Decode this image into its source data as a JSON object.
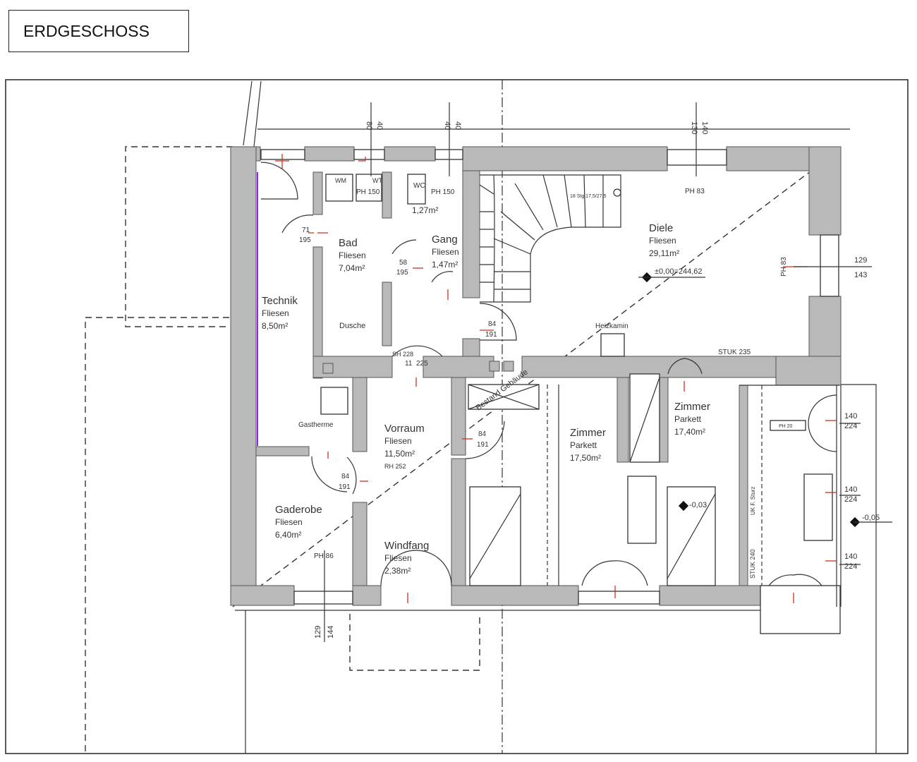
{
  "title": "ERDGESCHOSS",
  "rooms": [
    {
      "id": "technik",
      "name": "Technik",
      "floor": "Fliesen",
      "area": "8,50m²"
    },
    {
      "id": "bad",
      "name": "Bad",
      "floor": "Fliesen",
      "area": "7,04m²"
    },
    {
      "id": "wc",
      "name": "WC",
      "floor": "",
      "area": "1,27m²"
    },
    {
      "id": "gang",
      "name": "Gang",
      "floor": "Fliesen",
      "area": "1,47m²"
    },
    {
      "id": "diele",
      "name": "Diele",
      "floor": "Fliesen",
      "area": "29,11m²"
    },
    {
      "id": "vorraum",
      "name": "Vorraum",
      "floor": "Fliesen",
      "area": "11,50m²"
    },
    {
      "id": "zimmer1",
      "name": "Zimmer",
      "floor": "Parkett",
      "area": "17,50m²"
    },
    {
      "id": "zimmer2",
      "name": "Zimmer",
      "floor": "Parkett",
      "area": "17,40m²"
    },
    {
      "id": "gaderobe",
      "name": "Gaderobe",
      "floor": "Fliesen",
      "area": "6,40m²"
    },
    {
      "id": "windfang",
      "name": "Windfang",
      "floor": "Fliesen",
      "area": "2,38m²"
    }
  ],
  "labels": {
    "dusche": "Dusche",
    "gastherme": "Gastherme",
    "heizkamin": "Heizkamin",
    "wm": "WM",
    "wt": "WT",
    "ph150a": "PH 150",
    "ph150b": "PH 150",
    "ph83a": "PH 83",
    "ph83b": "PH 83",
    "ph86": "PH 86",
    "stuk235": "STUK 235",
    "stuk240": "STUK 240",
    "rh252": "RH 252",
    "sh228": "SH 228",
    "level": "±0,00=244,62",
    "lvl003": "-0,03",
    "lvl005": "-0,05",
    "bestand": "Bestand Gebäude",
    "stair": "18 Stg 17,5/27,5",
    "uk": "UK F. Sturz",
    "ph20": "PH 20"
  },
  "dims": {
    "d80": "80",
    "d40a": "40",
    "d40b": "40",
    "d40c": "40",
    "d130": "130",
    "d140": "140",
    "d129r": "129",
    "d143": "143",
    "d129b": "129",
    "d144": "144",
    "door71": "71",
    "door195": "195",
    "door58": "58",
    "door195b": "195",
    "door84a": "84",
    "door191a": "191",
    "door11": "11",
    "door225": "225",
    "door84b": "84",
    "door191b": "191",
    "door84c": "84",
    "door191c": "191",
    "r140a": "140",
    "r224a": "224",
    "r140b": "140",
    "r224b": "224",
    "r140c": "140",
    "r224c": "224"
  },
  "colors": {
    "wall": "#b9b9b9",
    "line": "#333333",
    "red": "#d0301c",
    "accent": "#8a2be2"
  }
}
